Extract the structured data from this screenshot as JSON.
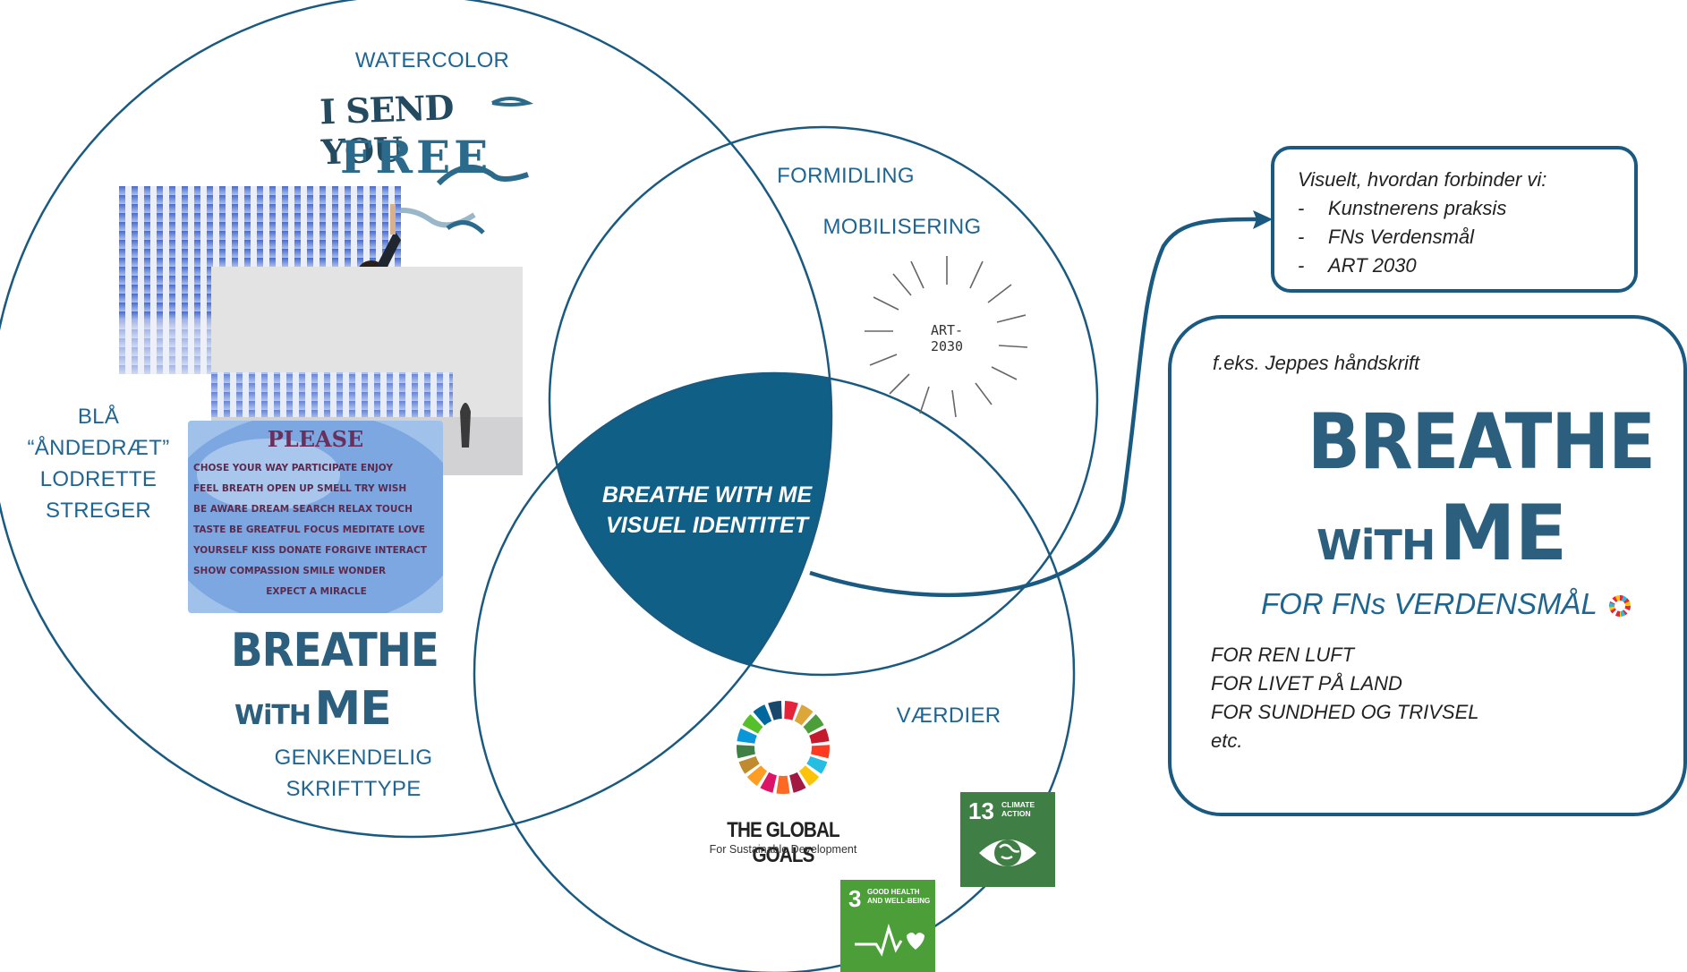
{
  "diagram": {
    "labels": {
      "watercolor": "WATERCOLOR",
      "formidling": "FORMIDLING",
      "mobilisering": "MOBILISERING",
      "blaa": [
        "BLÅ",
        "“ÅNDEDRÆT”",
        "LODRETTE",
        "STREGER"
      ],
      "genkendelig": [
        "GENKENDELIG",
        "SKRIFTTYPE"
      ],
      "vaerdier": "VÆRDIER"
    },
    "center": [
      "BREATHE WITH ME",
      "VISUEL IDENTITET"
    ],
    "handwriting": {
      "send_line1": "I SEND YOU",
      "send_line2": "FREE",
      "logo_line1": "BREATHE",
      "logo_line2_small": "WiTH",
      "logo_line2_big": "ME"
    },
    "please_card": {
      "title": "PLEASE",
      "rows": [
        "CHOSE YOUR WAY  PARTICIPATE  ENJOY",
        "FEEL  BREATH  OPEN UP  SMELL  TRY  WISH",
        "BE AWARE  DREAM  SEARCH  RELAX  TOUCH",
        "TASTE  BE GREATFUL  FOCUS  MEDITATE  LOVE",
        "YOURSELF  KISS  DONATE  FORGIVE  INTERACT",
        "SHOW COMPASSION  SMILE  WONDER",
        "EXPECT A MIRACLE"
      ]
    },
    "art2030": [
      "ART-",
      "2030"
    ],
    "global_goals": {
      "title": "THE GLOBAL GOALS",
      "subtitle": "For Sustainable Development"
    },
    "sdg13": {
      "number": "13",
      "text": [
        "CLIMATE",
        "ACTION"
      ],
      "color": "#3f7e44"
    },
    "sdg3": {
      "number": "3",
      "text": [
        "GOOD HEALTH",
        "AND WELL-BEING"
      ],
      "color": "#4c9f38"
    },
    "colors": {
      "accent": "#1a5a80",
      "center_fill": "#0f5f87"
    }
  },
  "question_box": {
    "title": "Visuelt, hvordan forbinder vi:",
    "items": [
      "Kunstnerens praksis",
      "FNs Verdensmål",
      "ART 2030"
    ]
  },
  "example_box": {
    "caption": "f.eks. Jeppes håndskrift",
    "logo_line1": "BREATHE",
    "logo_line2_small": "WiTH",
    "logo_line2_big": "ME",
    "tagline": "FOR FNs VERDENSMÅL",
    "lines": [
      "FOR REN LUFT",
      "FOR LIVET PÅ LAND",
      "FOR SUNDHED OG TRIVSEL",
      "etc."
    ]
  }
}
